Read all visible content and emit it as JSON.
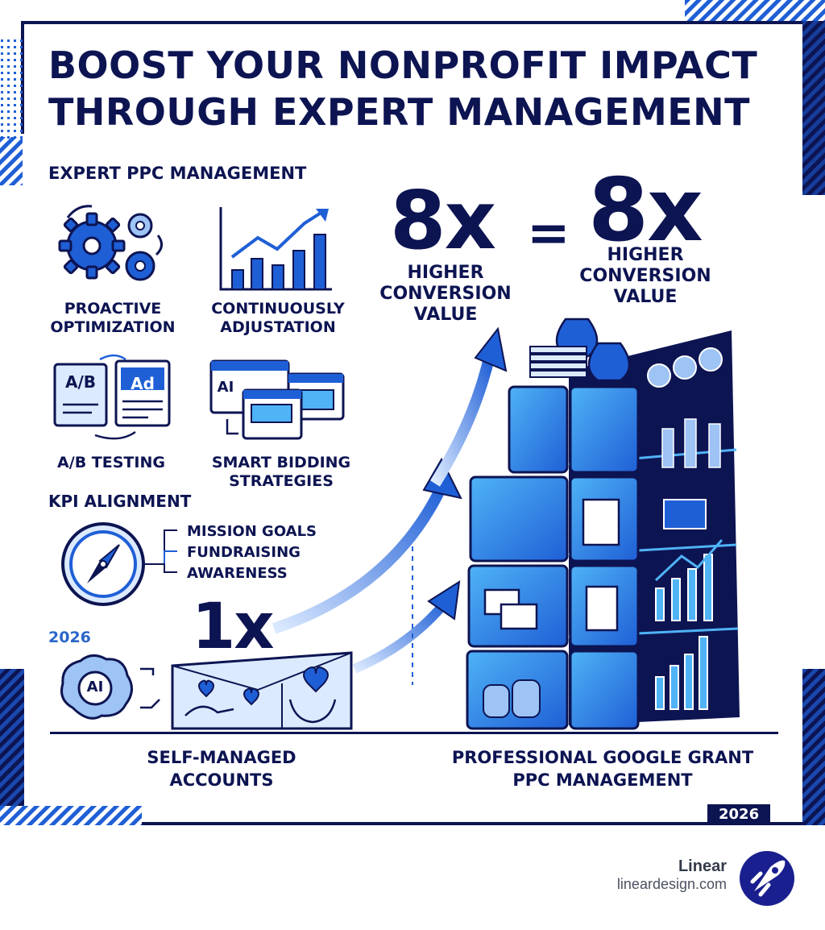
{
  "title": {
    "line1": "BOOST YOUR NONPROFIT IMPACT",
    "line2": "THROUGH EXPERT MANAGEMENT"
  },
  "ppc_section": {
    "heading": "EXPERT PPC MANAGEMENT",
    "features": [
      {
        "line1": "PROACTIVE",
        "line2": "OPTIMIZATION",
        "icon": "gears-icon"
      },
      {
        "line1": "CONTINUOUSLY",
        "line2": "ADJUSTATION",
        "icon": "bar-chart-icon"
      },
      {
        "line1": "A/B TESTING",
        "line2": "",
        "icon": "ab-test-icon"
      },
      {
        "line1": "SMART BIDDING",
        "line2": "STRATEGIES",
        "icon": "browser-windows-icon"
      }
    ],
    "ab_card_label": "A/B",
    "ad_card_label": "Ad",
    "ai_window_label": "AI"
  },
  "kpi_section": {
    "heading": "KPI ALIGNMENT",
    "items": [
      "MISSION GOALS",
      "FUNDRAISING",
      "AWARENESS"
    ]
  },
  "year_top": "2026",
  "ai_brain_label": "AI",
  "self_managed": {
    "multiplier": "1x",
    "label_line1": "SELF-MANAGED",
    "label_line2": "ACCOUNTS"
  },
  "professional": {
    "label_line1": "PROFESSIONAL GOOGLE GRANT",
    "label_line2": "PPC MANAGEMENT"
  },
  "conversion_left": {
    "multiplier": "8x",
    "line1": "HIGHER",
    "line2": "CONVERSION",
    "line3": "VALUE"
  },
  "equals": "=",
  "conversion_right": {
    "multiplier": "8x",
    "line1": "HIGHER",
    "line2": "CONVERSION",
    "line3": "VALUE"
  },
  "year_bottom": "2026",
  "brand": {
    "name": "Linear",
    "url": "lineardesign.com",
    "logo_icon": "rocket-logo-icon"
  },
  "colors": {
    "navy": "#0d1452",
    "blue": "#1f5fd6",
    "light_blue": "#4fb3f6",
    "pale_blue": "#dceaff"
  }
}
